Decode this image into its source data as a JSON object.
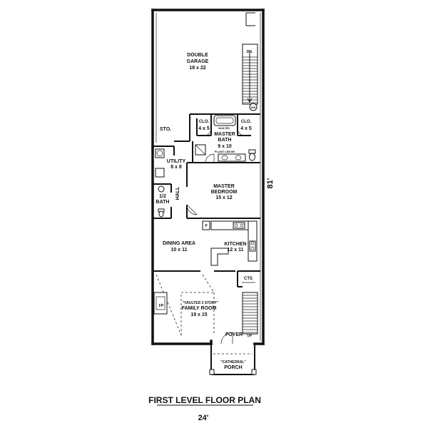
{
  "rooms": {
    "garage": {
      "name": "DOUBLE GARAGE",
      "name1": "DOUBLE",
      "name2": "GARAGE",
      "size": "18 x 22"
    },
    "storage": {
      "name": "STO."
    },
    "closet_left": {
      "name": "CLO.",
      "size": "4 x 5"
    },
    "closet_right": {
      "name": "CLO.",
      "size": "4 x 5"
    },
    "master_bath": {
      "name1": "MASTER",
      "name2": "BATH",
      "size": "9 x 10",
      "vault_note": "VAULTED",
      "plant_ledge": "PLANT LEDGE"
    },
    "utility": {
      "name": "UTILITY",
      "size": "8 x 8"
    },
    "half_bath": {
      "name1": "1/2",
      "name2": "BATH"
    },
    "hall": {
      "name": "HALL"
    },
    "master_bedroom": {
      "name1": "MASTER",
      "name2": "BEDROOM",
      "size": "15 x 12"
    },
    "dining": {
      "name": "DINING AREA",
      "size": "10 x 11"
    },
    "kitchen": {
      "name": "KITCHEN",
      "size": "12 x 11"
    },
    "family": {
      "name1": "\"VAULTED 2 STORY\"",
      "name2": "FAMILY ROOM",
      "size": "19 x 15"
    },
    "foyer": {
      "name": "FOYER"
    },
    "porch": {
      "name1": "\"CATHEDRAL\"",
      "name2": "PORCH"
    }
  },
  "fixtures": {
    "dn": "DN.",
    "up": "UP",
    "wh": "W/H",
    "cts": "CTS",
    "fp": "FP",
    "pantry": "P"
  },
  "dimensions": {
    "depth": "81'",
    "width": "24'"
  },
  "plan_title": "FIRST LEVEL FLOOR PLAN"
}
